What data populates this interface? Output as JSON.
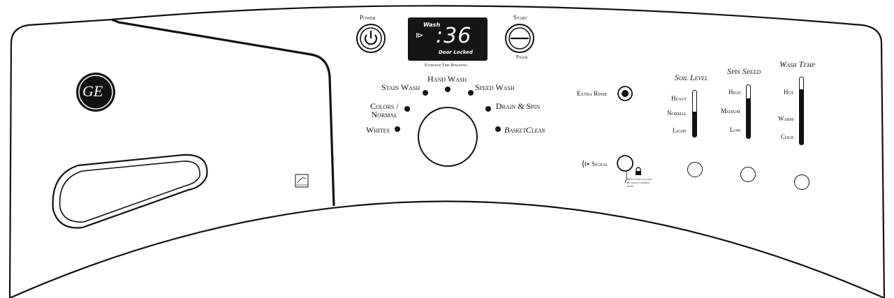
{
  "brand": {
    "logo_text": "GE"
  },
  "power": {
    "label": "Power"
  },
  "display": {
    "mode": "Wash",
    "time": ":36",
    "status": "Door Locked",
    "caption": "Estimated Time Remaining"
  },
  "start": {
    "label": "Start",
    "sub_label": "Pause"
  },
  "cycles": {
    "whites": "Whites",
    "colors_normal": "Colors /\nNormal",
    "stain_wash": "Stain Wash",
    "hand_wash": "Hand Wash",
    "speed_wash": "Speed Wash",
    "drain_spin": "Drain & Spin",
    "basket_clean": "BasketClean"
  },
  "extra_rinse": {
    "label": "Extra Rinse"
  },
  "signal": {
    "label": "Signal",
    "lock_note": "Hold 3 secs to lock & unlock control panel"
  },
  "soil_level": {
    "title": "Soil Level",
    "levels": [
      "Heavy",
      "Normal",
      "Light"
    ],
    "value": 0.55
  },
  "spin_speed": {
    "title": "Spin Speed",
    "levels": [
      "High",
      "Medium",
      "Low"
    ],
    "value": 0.75
  },
  "wash_temp": {
    "title": "Wash Temp",
    "levels": [
      "Hot",
      "Warm",
      "Cold"
    ],
    "value": 0.82
  },
  "colors": {
    "panel_outline": "#111111",
    "display_bg": "#151515",
    "display_text": "#ffffff"
  }
}
